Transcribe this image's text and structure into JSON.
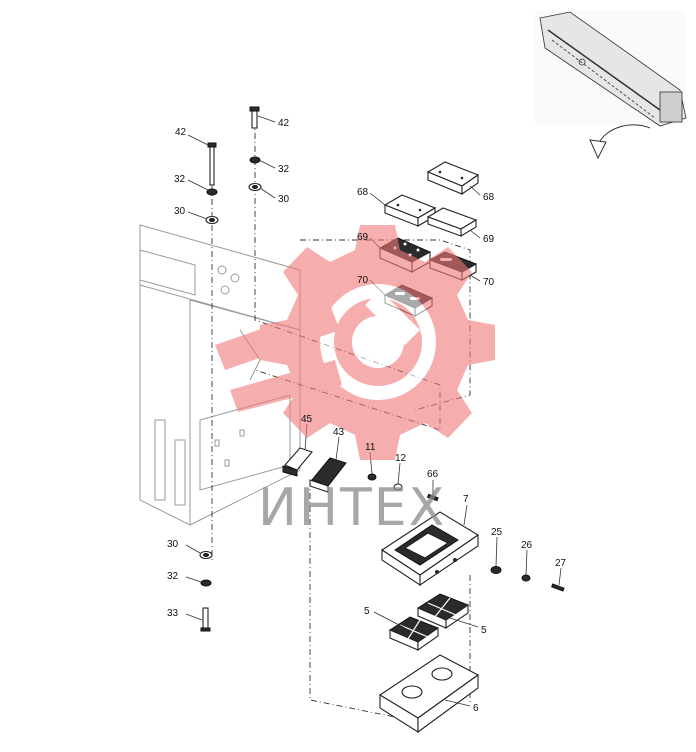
{
  "watermark": {
    "text": "ИНТЕХ",
    "color": "#f08080"
  },
  "callouts": {
    "c42a": "42",
    "c42b": "42",
    "c32a": "32",
    "c32b": "32",
    "c30a": "30",
    "c30b": "30",
    "c68a": "68",
    "c68b": "68",
    "c69a": "69",
    "c69b": "69",
    "c70a": "70",
    "c70b": "70",
    "c45": "45",
    "c43": "43",
    "c11": "11",
    "c12": "12",
    "c66": "66",
    "c7": "7",
    "c25": "25",
    "c26": "26",
    "c27": "27",
    "c30c": "30",
    "c32c": "32",
    "c33": "33",
    "c5a": "5",
    "c5b": "5",
    "c6": "6"
  }
}
